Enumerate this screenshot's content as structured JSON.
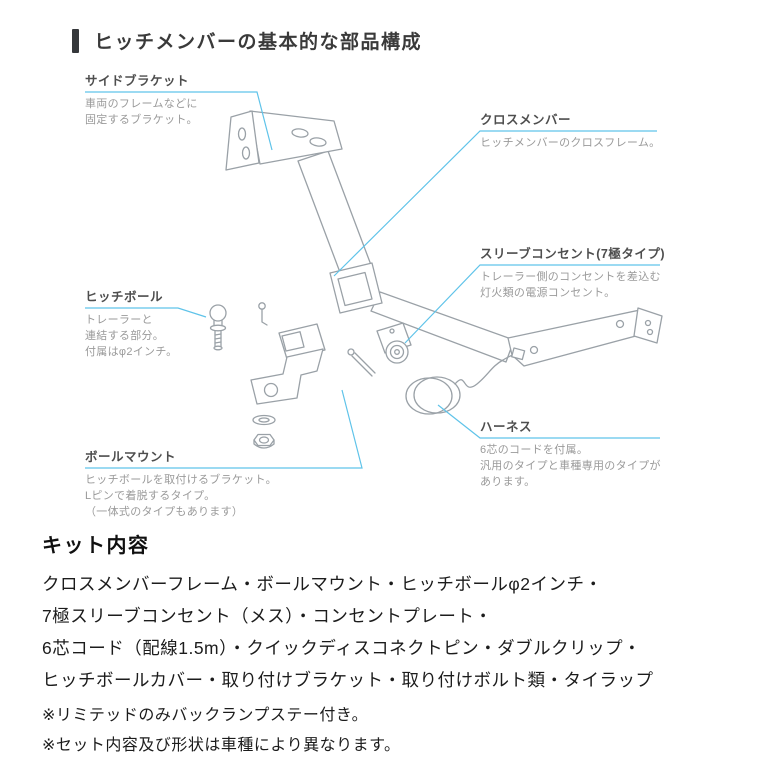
{
  "page": {
    "title": "ヒッチメンバーの基本的な部品構成"
  },
  "labels": {
    "side_bracket": {
      "name": "サイドブラケット",
      "desc": [
        "車両のフレームなどに",
        "固定するブラケット。"
      ]
    },
    "cross_member": {
      "name": "クロスメンバー",
      "desc": [
        "ヒッチメンバーのクロスフレーム。"
      ]
    },
    "sleeve_outlet": {
      "name": "スリーブコンセント(7極タイプ)",
      "desc": [
        "トレーラー側のコンセントを差込む",
        "灯火類の電源コンセント。"
      ]
    },
    "hitch_ball": {
      "name": "ヒッチボール",
      "desc": [
        "トレーラーと",
        "連結する部分。",
        "付属はφ2インチ。"
      ]
    },
    "harness": {
      "name": "ハーネス",
      "desc": [
        "6芯のコードを付属。",
        "汎用のタイプと車種専用のタイプが",
        "あります。"
      ]
    },
    "ball_mount": {
      "name": "ボールマウント",
      "desc": [
        "ヒッチボールを取付けるブラケット。",
        "Lピンで着脱するタイプ。",
        "（一体式のタイプもあります）"
      ]
    }
  },
  "kit": {
    "heading": "キット内容",
    "lines": [
      "クロスメンバーフレーム・ボールマウント・ヒッチボールφ2インチ・",
      "7極スリーブコンセント（メス）・コンセントプレート・",
      "6芯コード（配線1.5m）・クイックディスコネクトピン・ダブルクリップ・",
      "ヒッチボールカバー・取り付けブラケット・取り付けボルト類・タイラップ"
    ],
    "notes": [
      "※リミテッドのみバックランプステー付き。",
      "※セット内容及び形状は車種により異なります。"
    ]
  },
  "colors": {
    "leader_line": "#5fc3e9",
    "drawing_line": "#9aa1a7",
    "title_accent": "#35383b",
    "text_dark": "#1c1c1c",
    "text_gray": "#9a9a9a"
  }
}
